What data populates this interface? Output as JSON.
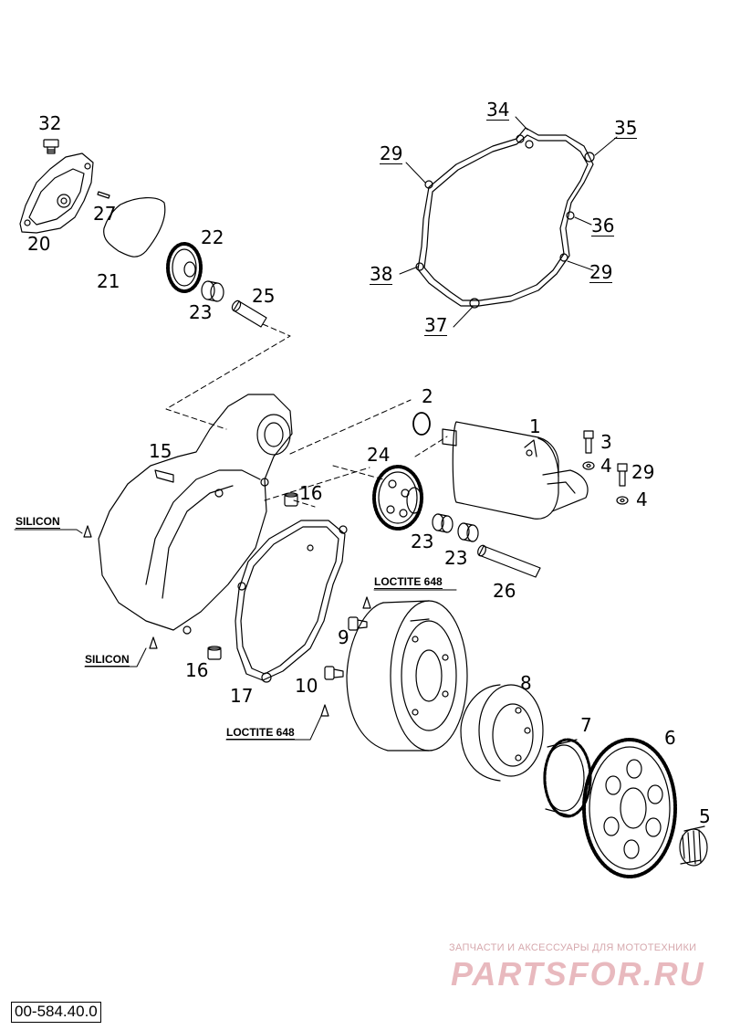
{
  "part_numbers": {
    "n32": "32",
    "n27": "27",
    "n20": "20",
    "n21": "21",
    "n22": "22",
    "n23a": "23",
    "n25": "25",
    "n34": "34",
    "n35": "35",
    "n29a": "29",
    "n36": "36",
    "n38": "38",
    "n29b": "29",
    "n37": "37",
    "n2": "2",
    "n1": "1",
    "n3": "3",
    "n4a": "4",
    "n29c": "29",
    "n4b": "4",
    "n15": "15",
    "n24": "24",
    "n16a": "16",
    "n23b": "23",
    "n23c": "23",
    "n26": "26",
    "n9": "9",
    "n16b": "16",
    "n17": "17",
    "n10": "10",
    "n8": "8",
    "n7": "7",
    "n6": "6",
    "n5": "5"
  },
  "notes": {
    "silicon_1": "SILICON",
    "silicon_2": "SILICON",
    "loctite_1": "LOCTITE 648",
    "loctite_2": "LOCTITE 648"
  },
  "watermark": {
    "tagline": "ЗАПЧАСТИ И АКСЕССУАРЫ ДЛЯ МОТОТЕХНИКИ",
    "logo": "PARTSFOR.RU",
    "color": "#e8b9be"
  },
  "diagram_code": "00-584.40.0"
}
